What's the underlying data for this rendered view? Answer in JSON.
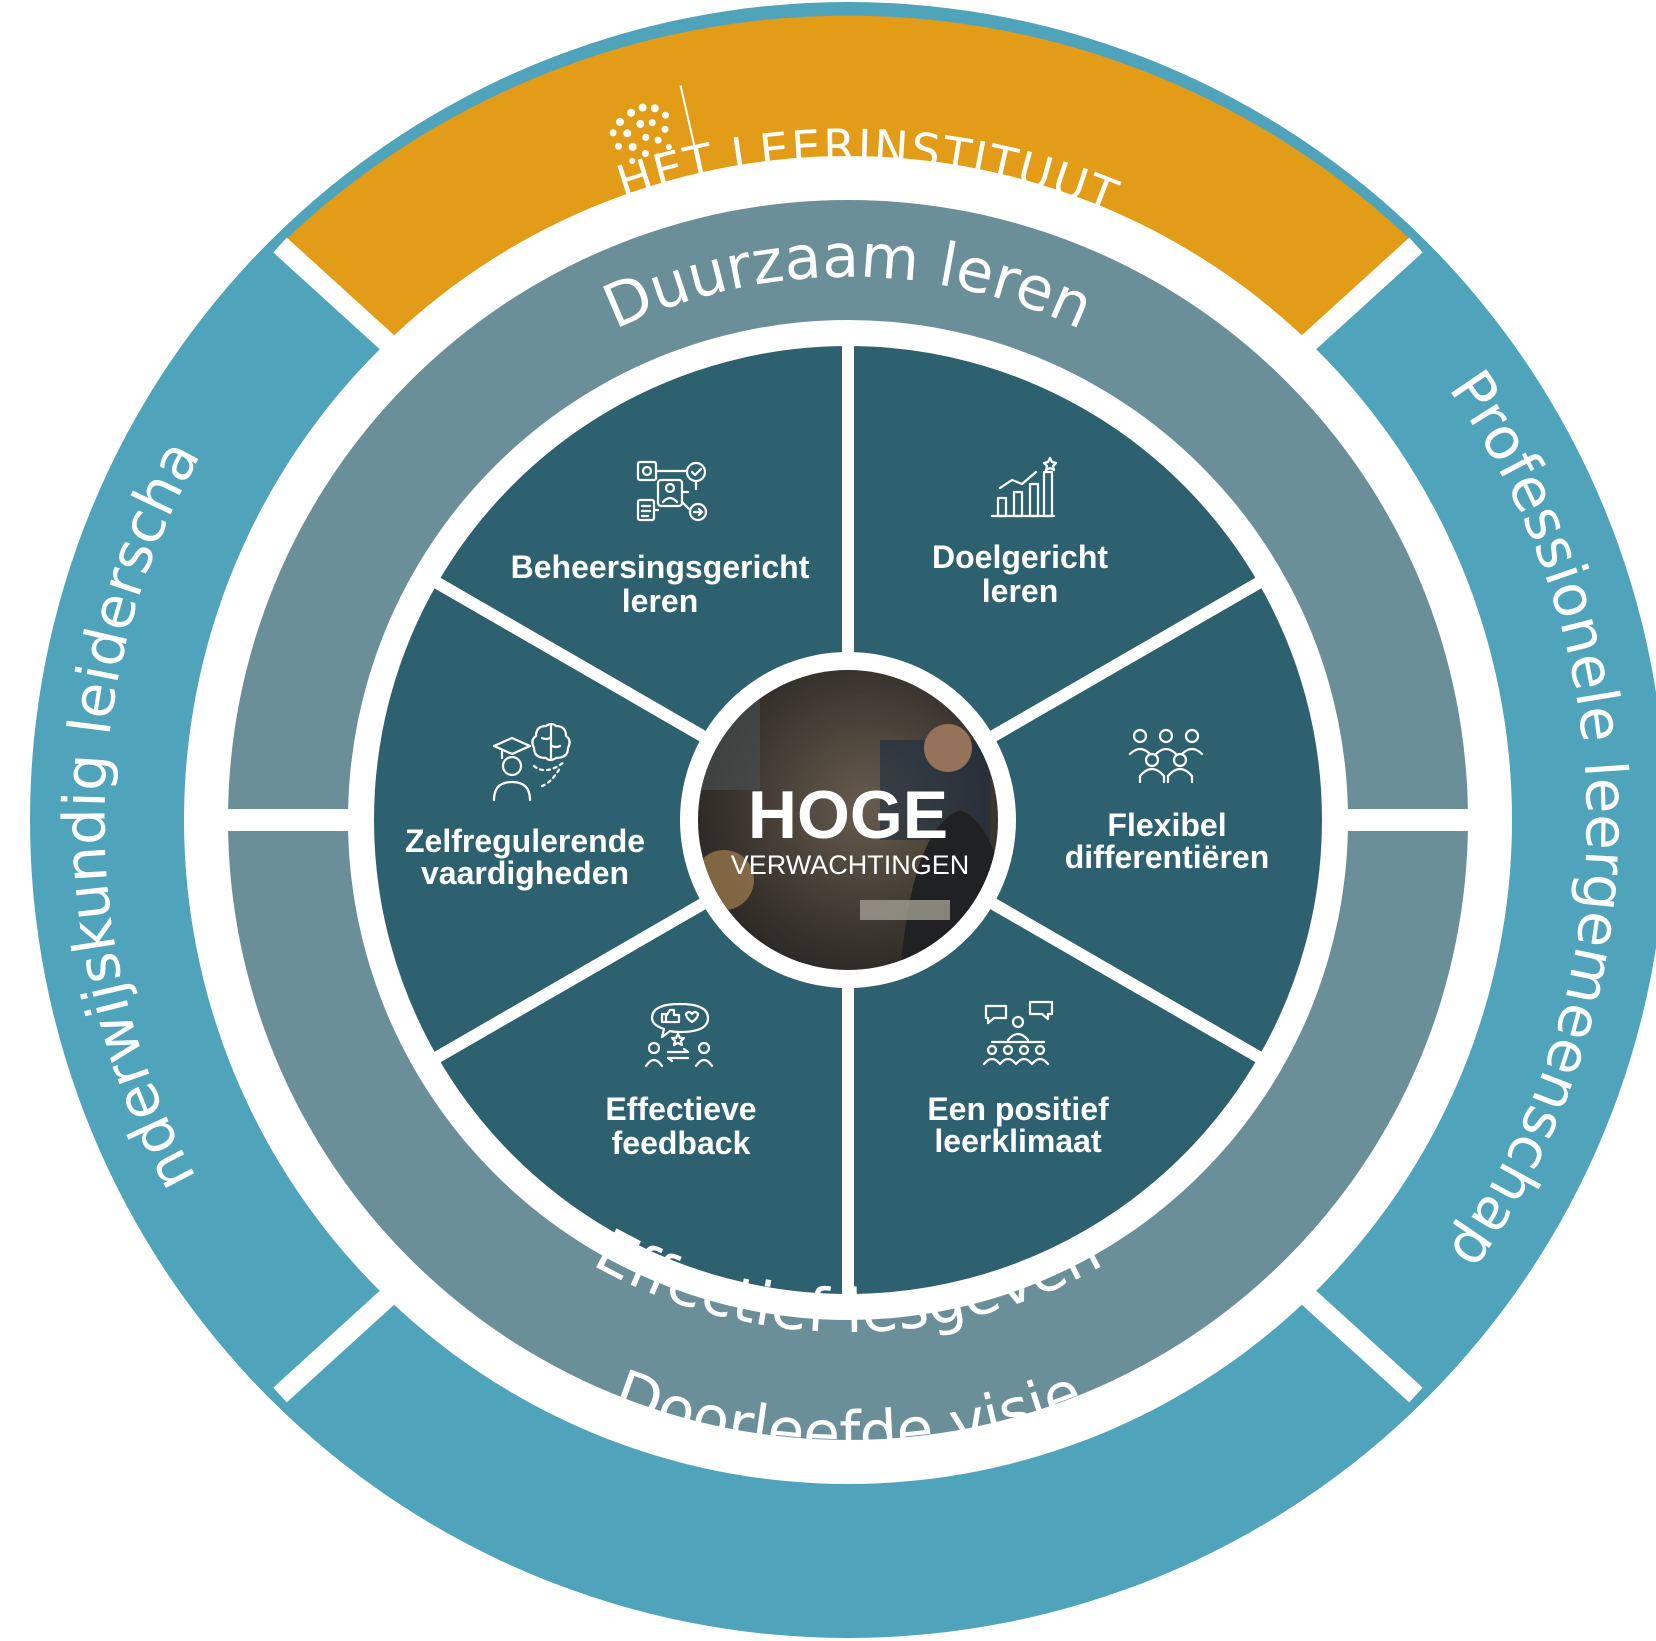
{
  "colors": {
    "outer_ring": "#4fa3ba",
    "top_band": "#e39c18",
    "middle_ring": "#6b8f98",
    "inner_segments": "#2e6170",
    "separator": "#ffffff"
  },
  "outer_ring": {
    "top": {
      "brand_logo": "brain-dots-logo",
      "label": "HET LEERINSTITUUT"
    },
    "left": {
      "label": "Onderwijskundig leiderschap"
    },
    "right": {
      "label": "Professionele leergemeenschap"
    },
    "bottom": {
      "label": "Doorleefde visie"
    }
  },
  "middle_ring": {
    "top": {
      "label": "Duurzaam leren"
    },
    "bottom": {
      "label": "Effectief lesgeven"
    }
  },
  "segments": [
    {
      "icon": "workflow-icon",
      "line1": "Beheersingsgericht",
      "line2": "leren"
    },
    {
      "icon": "growth-chart-icon",
      "line1": "Doelgericht",
      "line2": "leren"
    },
    {
      "icon": "group-people-icon",
      "line1": "Flexibel",
      "line2": "differentiëren"
    },
    {
      "icon": "classroom-discussion-icon",
      "line1": "Een positief",
      "line2": "leerklimaat"
    },
    {
      "icon": "feedback-exchange-icon",
      "line1": "Effectieve",
      "line2": "feedback"
    },
    {
      "icon": "student-brain-icon",
      "line1": "Zelfregulerende",
      "line2": "vaardigheden"
    }
  ],
  "center": {
    "title": "HOGE",
    "subtitle": "VERWACHTINGEN",
    "image": "teacher-classroom-photo"
  }
}
